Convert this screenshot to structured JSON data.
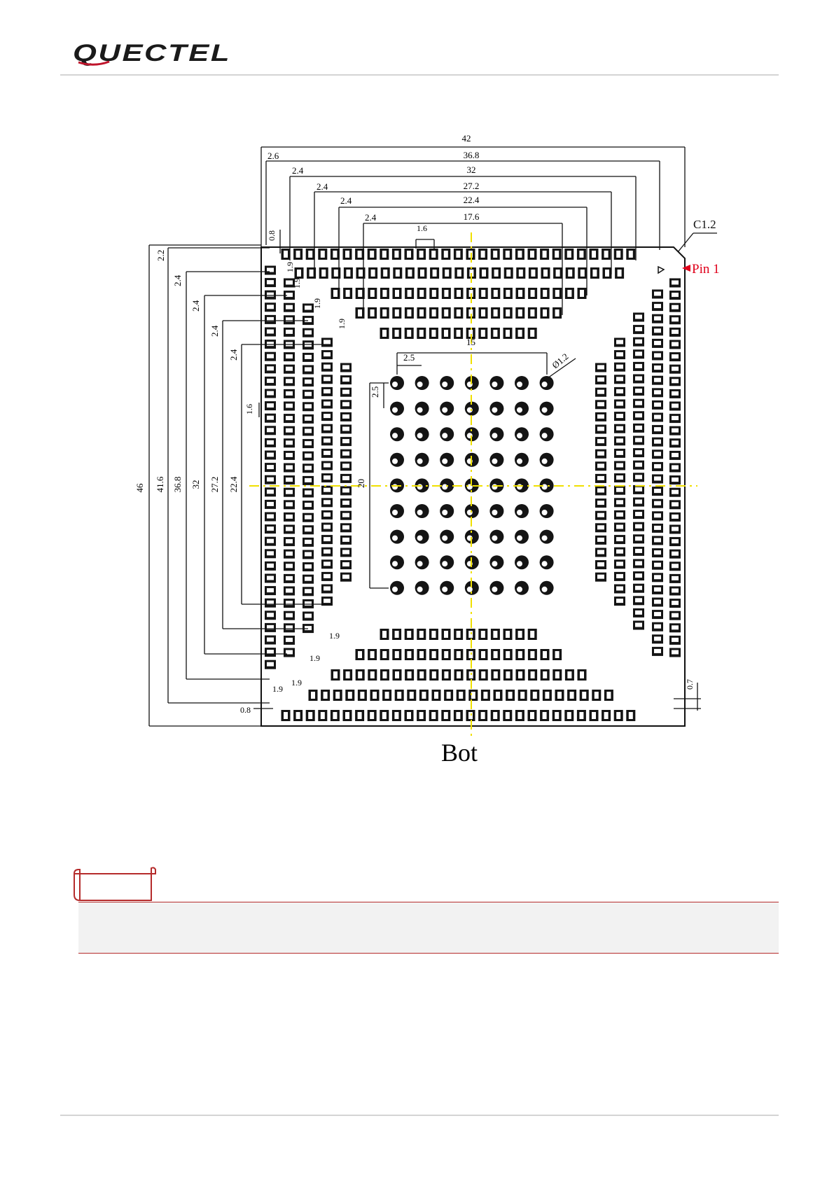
{
  "header": {
    "logo_text": "QUECTEL",
    "brand_color": "#1a1a1a",
    "accent_color": "#c0142b"
  },
  "drawing": {
    "view_label": "Bot",
    "pin1_label": "Pin 1",
    "chamfer_label": "C1.2",
    "ball_diameter_label": "Ø1.2",
    "top_dims": [
      "42",
      "36.8",
      "32",
      "27.2",
      "22.4",
      "17.6"
    ],
    "top_offsets": [
      "2.6",
      "2.4",
      "2.4",
      "2.4",
      "2.4"
    ],
    "left_dims": [
      "46",
      "41.6",
      "36.8",
      "32",
      "27.2",
      "22.4"
    ],
    "left_offsets": [
      "2.2",
      "2.4",
      "2.4",
      "2.4",
      "2.4"
    ],
    "pitch_labels": {
      "pad_pitch": "1.6",
      "corner_small": "0.8",
      "row_gap": "1.9",
      "ball_pitch": "2.5",
      "ball_span_x": "15",
      "ball_span_y": "20",
      "right_small": "0.7"
    },
    "colors": {
      "line": "#111111",
      "center_line": "#f0e000",
      "pin1": "#e0001b"
    }
  },
  "note": {
    "tab_label": "",
    "text": ""
  }
}
